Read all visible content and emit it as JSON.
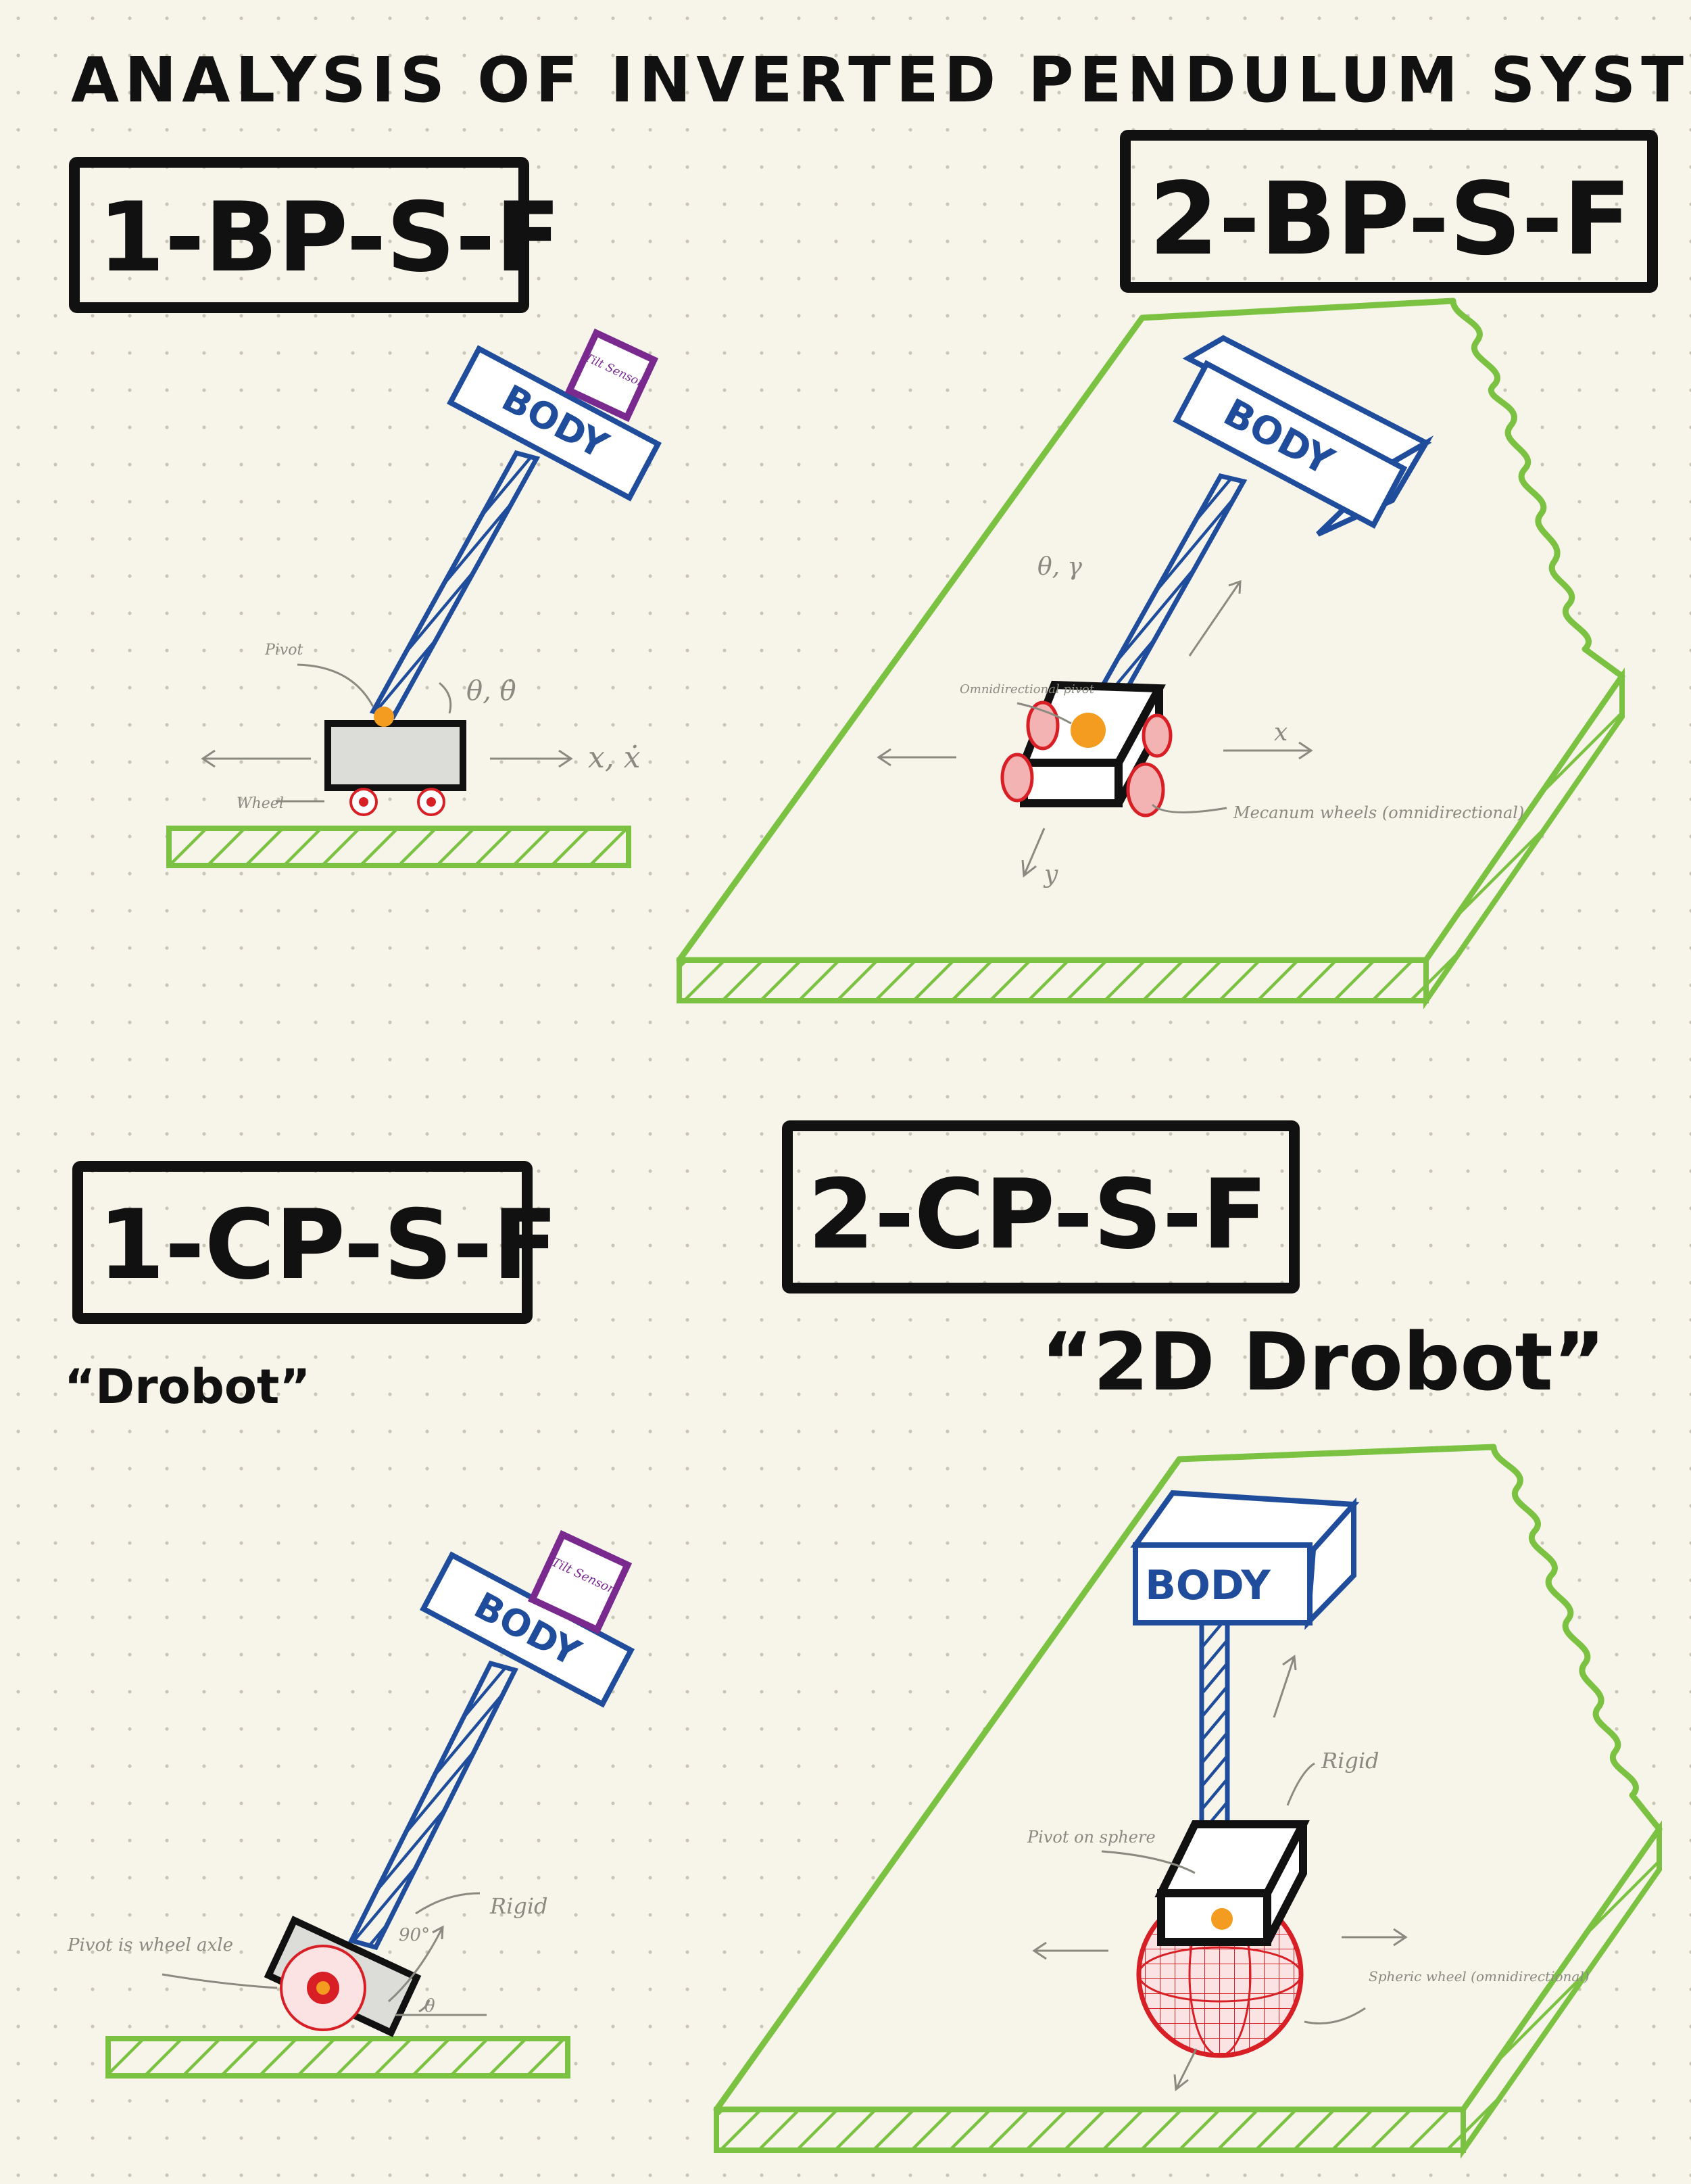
{
  "title": "ANALYSIS OF INVERTED PENDULUM SYSTEMS",
  "colors": {
    "paper": "#f7f5ea",
    "dots": "#c9c6b8",
    "ink": "#111111",
    "pole": "#1f4d9c",
    "ground": "#7cc242",
    "wheel": "#d81f26",
    "pivot": "#f39c1f",
    "sensor": "#7a2a8f",
    "pencil": "#8a8a80"
  },
  "panels": {
    "p1": {
      "label": "1-BP-S-F",
      "body": "BODY",
      "sensor": "Tilt Sensor",
      "notes": {
        "pivot": "Pivot",
        "theta": "θ, θ̇",
        "x": "x, ẋ",
        "wheel": "Wheel"
      }
    },
    "p2": {
      "label": "2-BP-S-F",
      "body": "BODY",
      "notes": {
        "angles": "θ, γ",
        "pivot": "Omnidirectional pivot",
        "x": "x",
        "y": "y",
        "wheels": "Mecanum wheels (omnidirectional)"
      }
    },
    "p3": {
      "label": "1-CP-S-F",
      "nickname": "“Drobot”",
      "body": "BODY",
      "sensor": "Tilt Sensor",
      "notes": {
        "rigid": "Rigid",
        "angle": "90°",
        "theta": "θ",
        "pivot": "Pivot is wheel axle"
      }
    },
    "p4": {
      "label": "2-CP-S-F",
      "nickname": "“2D Drobot”",
      "body": "BODY",
      "notes": {
        "rigid": "Rigid",
        "pivot": "Pivot on sphere",
        "wheel": "Spheric wheel (omnidirectional)"
      }
    }
  }
}
